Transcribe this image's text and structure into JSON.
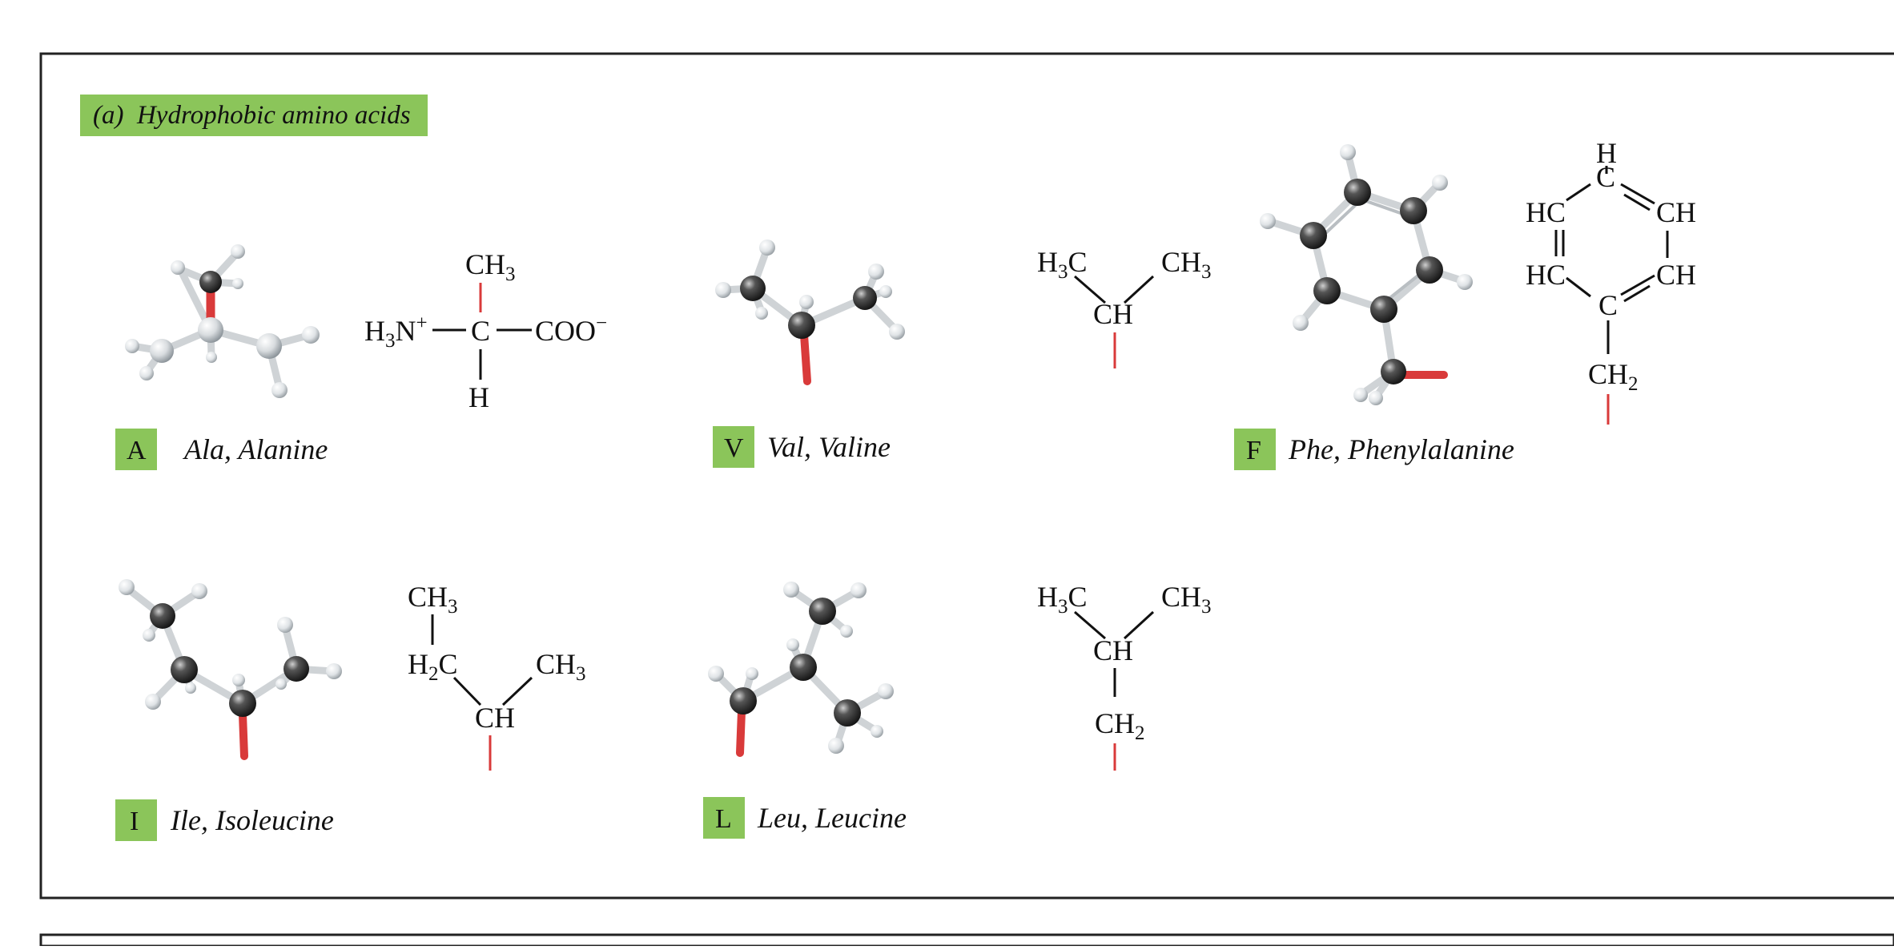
{
  "section": {
    "title": "(a)  Hydrophobic amino acids",
    "title_color": "#8bc55a"
  },
  "colors": {
    "side_chain_bond": "#d93a3a",
    "carbon_atom": "#2a2a2a",
    "hydrogen_atom": "#e9ecef",
    "badge": "#8bc55a",
    "frame": "#222222"
  },
  "amino_acids": [
    {
      "code": "A",
      "abbr": "Ala",
      "name": "Alanine"
    },
    {
      "code": "V",
      "abbr": "Val",
      "name": "Valine"
    },
    {
      "code": "F",
      "abbr": "Phe",
      "name": "Phenylalanine"
    },
    {
      "code": "I",
      "abbr": "Ile",
      "name": "Isoleucine"
    },
    {
      "code": "L",
      "abbr": "Leu",
      "name": "Leucine"
    }
  ],
  "formulas": {
    "alanine": {
      "top": "CH",
      "top_sub": "3",
      "left": "H",
      "left_sub": "3",
      "left_tail": "N",
      "left_sup": "+",
      "center": "C",
      "right": "COO",
      "right_sup": "−",
      "bottom": "H"
    },
    "valine": {
      "left": "H",
      "left_sub": "3",
      "left_tail": "C",
      "right": "CH",
      "right_sub": "3",
      "center": "CH"
    },
    "phenylalanine": {
      "top_h": "H",
      "top_c": "C",
      "hc_upper": "HC",
      "ch_upper": "CH",
      "hc_lower": "HC",
      "ch_lower": "CH",
      "bottom_c": "C",
      "ch2": "CH",
      "ch2_sub": "2"
    },
    "isoleucine": {
      "top": "CH",
      "top_sub": "3",
      "mid_left": "H",
      "mid_left_sub": "2",
      "mid_left_tail": "C",
      "right": "CH",
      "right_sub": "3",
      "bottom": "CH"
    },
    "leucine": {
      "left": "H",
      "left_sub": "3",
      "left_tail": "C",
      "right": "CH",
      "right_sub": "3",
      "center": "CH",
      "bottom": "CH",
      "bottom_sub": "2"
    }
  }
}
